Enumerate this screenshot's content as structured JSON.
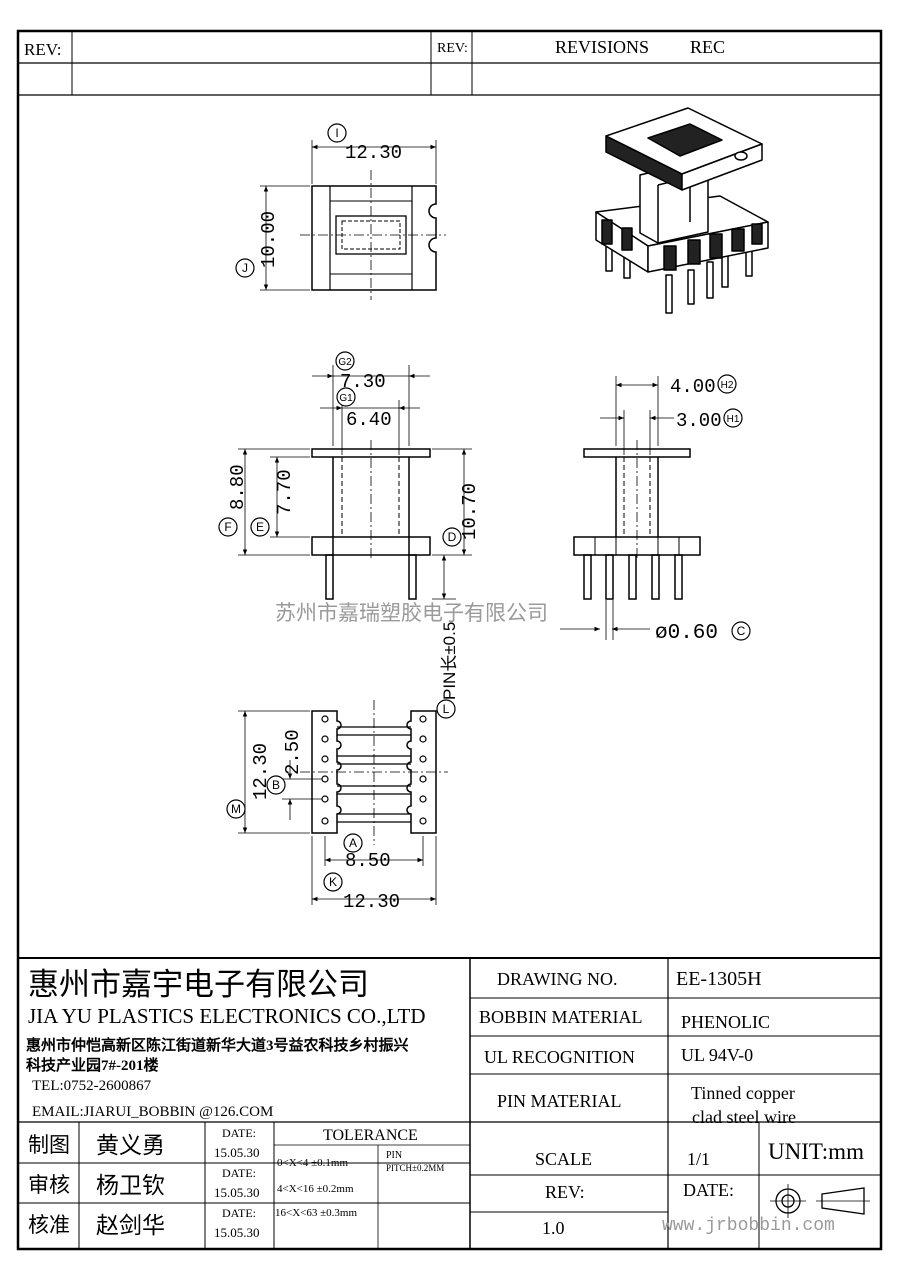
{
  "header": {
    "rev_label_left": "REV:",
    "rev_label_right": "REV:",
    "revisions_label": "REVISIONS",
    "rec_label": "REC"
  },
  "watermark": {
    "center_text": "苏州市嘉瑞塑胶电子有限公司",
    "bottom_text": "www.jrbobbin.com"
  },
  "dimensions": {
    "top_width": "12.30",
    "top_height": "10.00",
    "side_width_outer": "7.30",
    "side_width_inner": "6.40",
    "side_height_outer": "8.80",
    "side_height_inner": "7.70",
    "total_height": "10.70",
    "right_width_outer": "4.00",
    "right_width_inner": "3.00",
    "pin_diameter": "ø0.60",
    "pin_length": "PIN长±0.5",
    "bottom_height": "12.30",
    "pin_pitch": "2.50",
    "bottom_inner_width": "8.50",
    "bottom_width": "12.30"
  },
  "markers": {
    "I": "I",
    "J": "J",
    "G2": "G2",
    "G1": "G1",
    "F": "F",
    "E": "E",
    "D": "D",
    "H2": "H2",
    "H1": "H1",
    "C": "C",
    "L": "L",
    "B": "B",
    "M": "M",
    "A": "A",
    "K": "K"
  },
  "company": {
    "name_cn": "惠州市嘉宇电子有限公司",
    "name_en": "JIA YU PLASTICS ELECTRONICS CO.,LTD",
    "address_line1": "惠州市仲恺高新区陈江街道新华大道3号益农科技乡村振兴",
    "address_line2": "科技产业园7#-201楼",
    "tel": "TEL:0752-2600867",
    "email": "EMAIL:JIARUI_BOBBIN @126.COM"
  },
  "signoff": [
    {
      "role": "制图",
      "name": "黄义勇",
      "date_label": "DATE:",
      "date": "15.05.30"
    },
    {
      "role": "审核",
      "name": "杨卫钦",
      "date_label": "DATE:",
      "date": "15.05.30"
    },
    {
      "role": "核准",
      "name": "赵剑华",
      "date_label": "DATE:",
      "date": "15.05.30"
    }
  ],
  "tolerance": {
    "title": "TOLERANCE",
    "rows": [
      "0<X<4  ±0.1mm",
      "4<X<16 ±0.2mm",
      "16<X<63 ±0.3mm"
    ],
    "pin_label": "PIN",
    "pin_pitch": "PITCH±0.2MM"
  },
  "specs": {
    "drawing_no_label": "DRAWING   NO.",
    "drawing_no": "EE-1305H",
    "bobbin_material_label": "BOBBIN  MATERIAL",
    "bobbin_material": "PHENOLIC",
    "ul_label": "UL RECOGNITION",
    "ul_value": "UL 94V-0",
    "pin_material_label": "PIN MATERIAL",
    "pin_material_line1": "Tinned copper",
    "pin_material_line2": "clad steel wire",
    "scale_label": "SCALE",
    "scale_value": "1/1",
    "unit": "UNIT:mm",
    "rev_label": "REV:",
    "rev_value": "1.0",
    "date_label": "DATE:"
  }
}
